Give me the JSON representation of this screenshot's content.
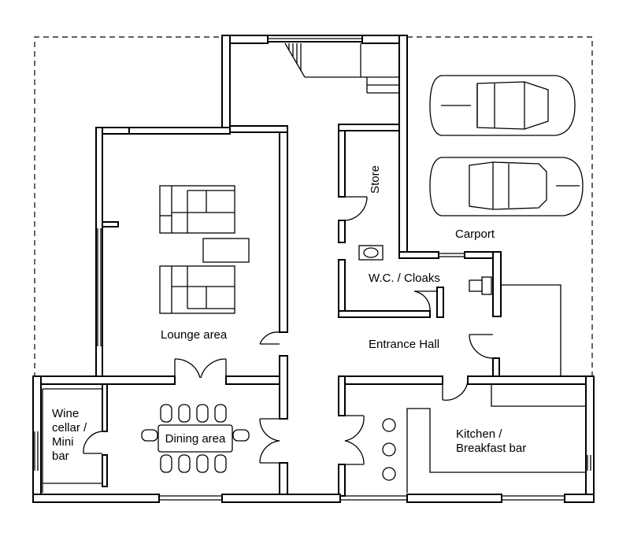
{
  "rooms": {
    "store": "Store",
    "carport": "Carport",
    "wc_cloaks": "W.C. / Cloaks",
    "entrance_hall": "Entrance Hall",
    "lounge_area": "Lounge area",
    "wine_line1": "Wine",
    "wine_line2": "cellar /",
    "wine_line3": "Mini",
    "wine_line4": "bar",
    "dining_area": "Dining area",
    "kitchen_line1": "Kitchen /",
    "kitchen_line2": "Breakfast bar"
  }
}
